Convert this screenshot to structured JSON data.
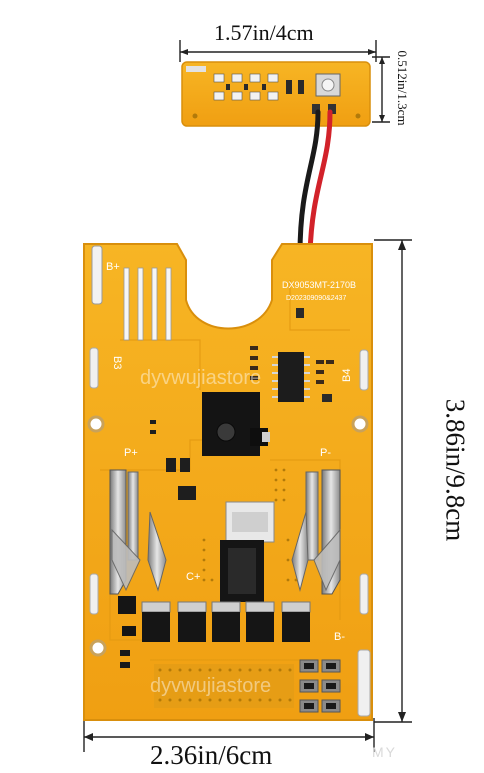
{
  "dimensions": {
    "top_width": "1.57in/4cm",
    "side_height_small": "0.512in/1.3cm",
    "side_height": "3.86in/9.8cm",
    "bottom_width": "2.36in/6cm"
  },
  "board_labels": {
    "model": "DX9053MT-2170B",
    "serial": "D202309090&2437",
    "b_plus": "B+",
    "b3": "B3",
    "b4": "B4",
    "p_plus": "P+",
    "p_minus": "P-",
    "c_plus": "C+",
    "b_minus": "B-",
    "watermark_text": "dyvwujiastore"
  },
  "corner_watermark": "MY",
  "colors": {
    "pcb": "#f4ac1a",
    "pcb_edge": "#d98f0c",
    "trace": "#e8a016",
    "wire_red": "#d2222a",
    "wire_black": "#1a1a1a"
  }
}
